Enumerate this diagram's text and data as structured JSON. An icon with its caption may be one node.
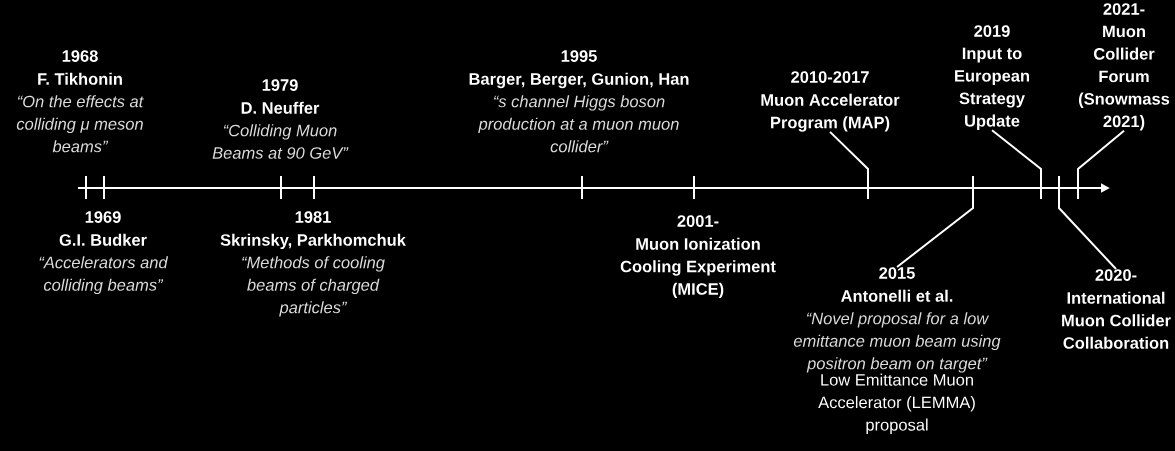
{
  "diagram": {
    "nodes": [
      {
        "text": [
          "1968",
          "F. Tikhonin",
          "“On the effects at colliding μ meson beams”"
        ]
      },
      {
        "text": [
          "1969",
          "G.I. Budker",
          "“Accelerators and colliding beams”"
        ]
      },
      {
        "text": [
          "1979",
          "D. Neuffer",
          "“Colliding Muon Beams at 90 GeV”"
        ]
      },
      {
        "text": [
          "1981",
          "Skrinsky, Parkhomchuk",
          "“Methods of cooling beams of charged particles”"
        ]
      },
      {
        "text": [
          "1995",
          "Barger, Berger, Gunion, Han",
          "“s channel Higgs boson production at a muon muon collider”"
        ]
      },
      {
        "text": [
          "2001-",
          "Muon Ionization Cooling Experiment (MICE)"
        ]
      },
      {
        "text": [
          "2010-2017",
          "Muon Accelerator Program (MAP)"
        ]
      },
      {
        "text": [
          "2015",
          "Antonelli et al.",
          "“Novel proposal for a low emittance muon beam using positron beam on target”",
          "Low Emittance Muon Accelerator (LEMMA) proposal"
        ]
      },
      {
        "text": [
          "2019",
          "Input to European Strategy Update"
        ]
      },
      {
        "text": [
          "2020-",
          "International Muon Collider Collaboration"
        ]
      },
      {
        "text": [
          "2021-",
          "Muon Collider Forum (Snowmass 2021)"
        ]
      }
    ],
    "edges": [
      {
        "from": 6,
        "to": null,
        "arrow": "none"
      },
      {
        "from": 7,
        "to": null,
        "arrow": "none"
      },
      {
        "from": 8,
        "to": null,
        "arrow": "none"
      },
      {
        "from": 9,
        "to": null,
        "arrow": "none"
      },
      {
        "from": 10,
        "to": null,
        "arrow": "none"
      }
    ]
  }
}
